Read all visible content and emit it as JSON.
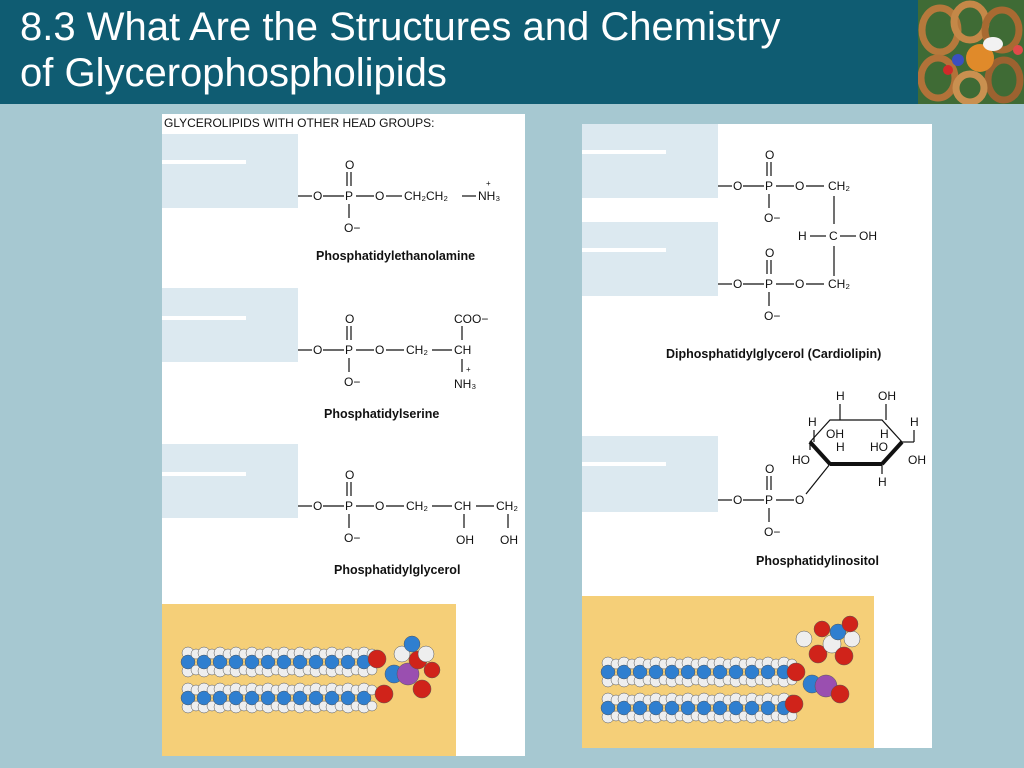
{
  "slide": {
    "title": "8.3 What Are the Structures and Chemistry\nof Glycerophospholipids"
  },
  "figure": {
    "header": "GLYCEROLIPIDS WITH OTHER HEAD GROUPS:",
    "compounds": [
      {
        "name": "Phosphatidylethanolamine"
      },
      {
        "name": "Phosphatidylserine"
      },
      {
        "name": "Phosphatidylglycerol"
      },
      {
        "name": "Diphosphatidylglycerol (Cardiolipin)"
      },
      {
        "name": "Phosphatidylinositol"
      }
    ],
    "atoms": {
      "O": "O",
      "P": "P",
      "C": "C",
      "H": "H",
      "OH": "OH",
      "HO": "HO",
      "O_minus": "O−",
      "CH2": "CH₂",
      "CH2CH2": "CH₂CH₂",
      "NH3": "NH₃",
      "CH": "CH",
      "COO_minus": "COO−",
      "plus": "+"
    }
  },
  "colors": {
    "title_bar": "#0f5c72",
    "background": "#a6c8d1",
    "tail_fill": "#dce9f0",
    "model_bg": "#f5cf78",
    "carbon": "#2f7fd0",
    "hydrogen": "#eeeeee",
    "oxygen": "#d0231a",
    "phosphorus": "#9a4fb0"
  }
}
